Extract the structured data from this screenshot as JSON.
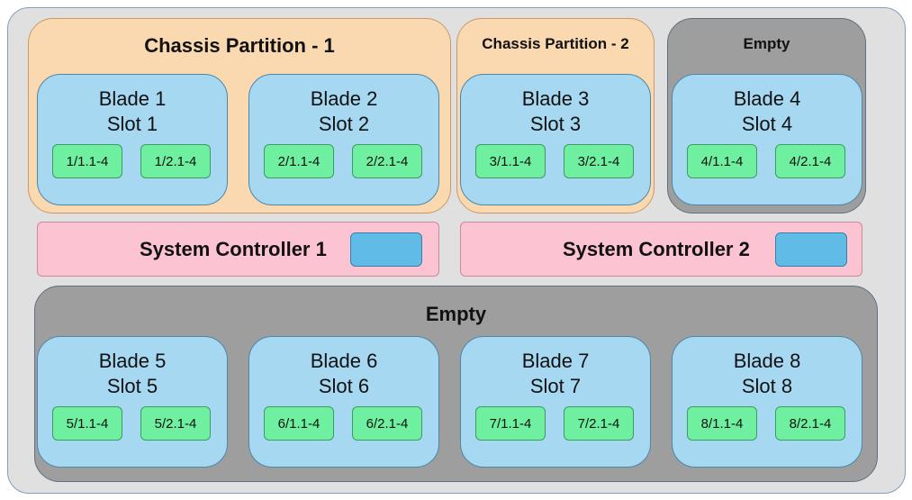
{
  "chassis": {
    "partitions": [
      {
        "title": "Chassis Partition - 1"
      },
      {
        "title": "Chassis Partition - 2"
      }
    ],
    "empty_groups": [
      {
        "title": "Empty"
      },
      {
        "title": "Empty"
      }
    ],
    "blades": [
      {
        "name": "Blade 1",
        "slot": "Slot 1",
        "ports": [
          "1/1.1-4",
          "1/2.1-4"
        ]
      },
      {
        "name": "Blade 2",
        "slot": "Slot 2",
        "ports": [
          "2/1.1-4",
          "2/2.1-4"
        ]
      },
      {
        "name": "Blade 3",
        "slot": "Slot 3",
        "ports": [
          "3/1.1-4",
          "3/2.1-4"
        ]
      },
      {
        "name": "Blade 4",
        "slot": "Slot 4",
        "ports": [
          "4/1.1-4",
          "4/2.1-4"
        ]
      },
      {
        "name": "Blade 5",
        "slot": "Slot 5",
        "ports": [
          "5/1.1-4",
          "5/2.1-4"
        ]
      },
      {
        "name": "Blade 6",
        "slot": "Slot 6",
        "ports": [
          "6/1.1-4",
          "6/2.1-4"
        ]
      },
      {
        "name": "Blade 7",
        "slot": "Slot 7",
        "ports": [
          "7/1.1-4",
          "7/2.1-4"
        ]
      },
      {
        "name": "Blade 8",
        "slot": "Slot 8",
        "ports": [
          "8/1.1-4",
          "8/2.1-4"
        ]
      }
    ],
    "controllers": [
      {
        "label": "System Controller 1"
      },
      {
        "label": "System Controller 2"
      }
    ]
  },
  "colors": {
    "chassis": "#e0e0e0",
    "partition": "#fad9b0",
    "empty": "#9e9e9e",
    "blade": "#a7d8f2",
    "port": "#6ff0a0",
    "controller": "#fcc4d2",
    "controller_indicator": "#60bce6"
  }
}
